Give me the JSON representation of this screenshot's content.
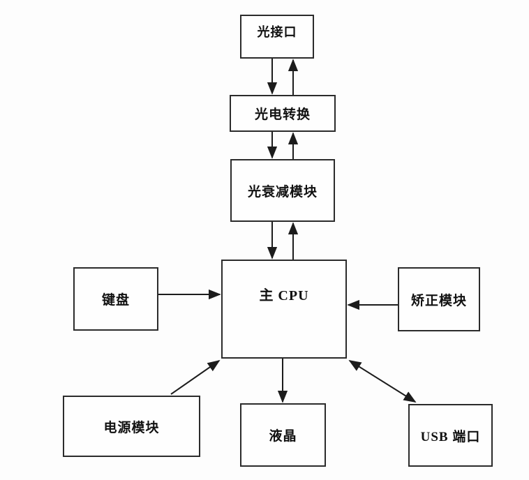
{
  "page": {
    "background_color": "#fdfdfd",
    "box_border_color": "#2b2b2b",
    "line_color": "#1c1c1c",
    "text_color": "#111111"
  },
  "diagram": {
    "type": "block-diagram",
    "nodes": [
      {
        "id": "optical-interface",
        "label": "光接口"
      },
      {
        "id": "photoelectric-conversion",
        "label": "光电转换"
      },
      {
        "id": "optical-attenuation",
        "label": "光衰减模块"
      },
      {
        "id": "main-cpu",
        "label": "主 CPU"
      },
      {
        "id": "keyboard",
        "label": "键盘"
      },
      {
        "id": "correction-module",
        "label": "矫正模块"
      },
      {
        "id": "power-module",
        "label": "电源模块"
      },
      {
        "id": "lcd",
        "label": "液晶"
      },
      {
        "id": "usb-port",
        "label": "USB 端口"
      }
    ],
    "edges": [
      {
        "from": "optical-interface",
        "to": "photoelectric-conversion",
        "direction": "one-way"
      },
      {
        "from": "photoelectric-conversion",
        "to": "optical-interface",
        "direction": "one-way"
      },
      {
        "from": "photoelectric-conversion",
        "to": "optical-attenuation",
        "direction": "one-way"
      },
      {
        "from": "optical-attenuation",
        "to": "photoelectric-conversion",
        "direction": "one-way"
      },
      {
        "from": "optical-attenuation",
        "to": "main-cpu",
        "direction": "one-way"
      },
      {
        "from": "main-cpu",
        "to": "optical-attenuation",
        "direction": "one-way"
      },
      {
        "from": "keyboard",
        "to": "main-cpu",
        "direction": "one-way"
      },
      {
        "from": "correction-module",
        "to": "main-cpu",
        "direction": "one-way"
      },
      {
        "from": "power-module",
        "to": "main-cpu",
        "direction": "one-way"
      },
      {
        "from": "main-cpu",
        "to": "lcd",
        "direction": "one-way"
      },
      {
        "from": "main-cpu",
        "to": "usb-port",
        "direction": "two-way"
      }
    ]
  }
}
